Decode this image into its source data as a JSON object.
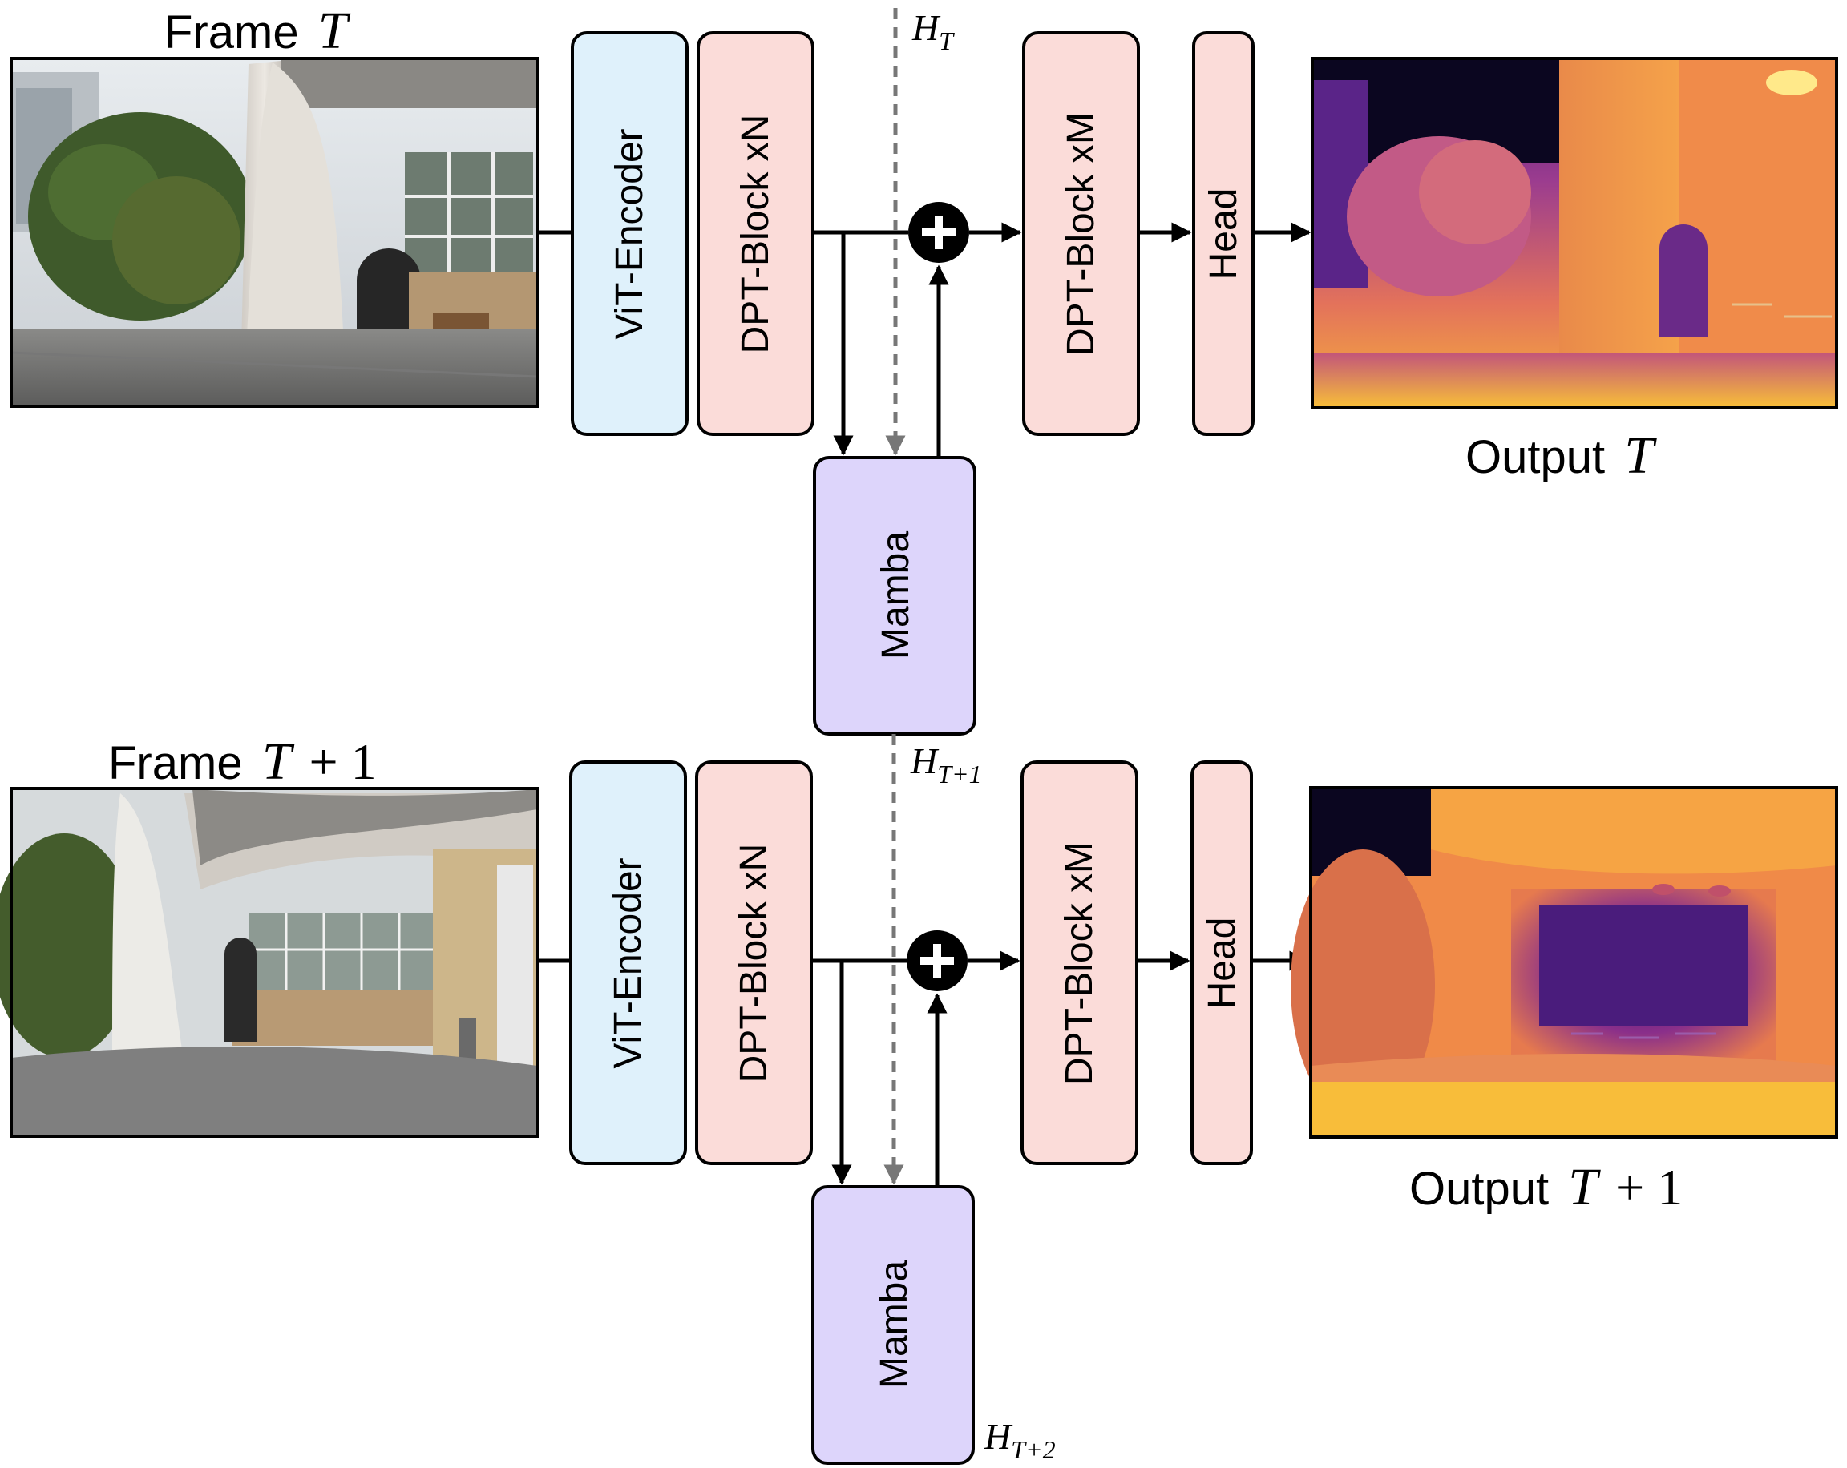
{
  "colors": {
    "encoder_fill": "#dff1fb",
    "dpt_fill": "#fbdcd9",
    "mamba_fill": "#ddd5fb",
    "dashed_arrow": "#777777"
  },
  "rows": [
    {
      "frame_title": "Frame",
      "frame_var": "T",
      "frame_suffix": "",
      "encoder": "ViT-Encoder",
      "dpt_n": "DPT-Block xN",
      "dpt_m": "DPT-Block xM",
      "head": "Head",
      "mamba": "Mamba",
      "hidden_in": {
        "base": "H",
        "sub": "T"
      },
      "output_title": "Output",
      "output_var": "T",
      "output_suffix": ""
    },
    {
      "frame_title": "Frame",
      "frame_var": "T",
      "frame_suffix": "+ 1",
      "encoder": "ViT-Encoder",
      "dpt_n": "DPT-Block xN",
      "dpt_m": "DPT-Block xM",
      "head": "Head",
      "mamba": "Mamba",
      "hidden_in": {
        "base": "H",
        "sub": "T+1"
      },
      "output_title": "Output",
      "output_var": "T",
      "output_suffix": "+ 1"
    }
  ],
  "hidden_out": {
    "base": "H",
    "sub": "T+2"
  },
  "adder_symbol": "+",
  "icons": {
    "frame_image": "photo-thumbnail",
    "output_image": "depth-map-thumbnail",
    "adder": "plus-circle-icon"
  }
}
